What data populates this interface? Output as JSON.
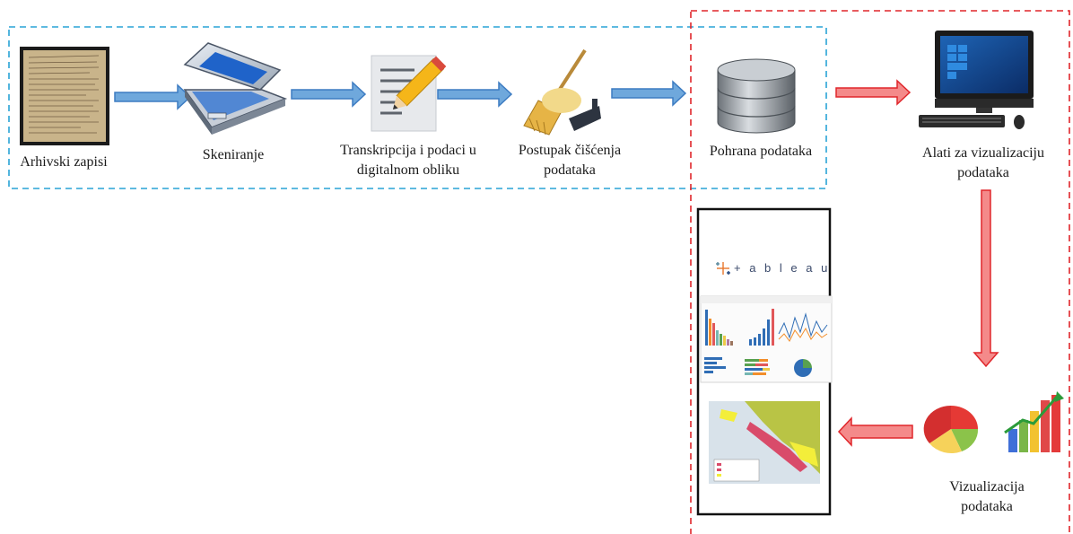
{
  "colors": {
    "blue_dashed": "#29a3d6",
    "red_dashed": "#e0262b",
    "blue_arrow": "#5b9bd5",
    "red_arrow": "#f16a6a"
  },
  "steps": [
    {
      "label": "Arhivski zapisi",
      "icon": "archive-document-icon"
    },
    {
      "label": "Skeniranje",
      "icon": "scanner-icon"
    },
    {
      "label": "Transkripcija i podaci u digitalnom obliku",
      "line1": "Transkripcija i podaci u",
      "line2": "digitalnom obliku",
      "icon": "document-pencil-icon"
    },
    {
      "label": "Postupak čišćenja podataka",
      "line1": "Postupak čišćenja",
      "line2": "podataka",
      "icon": "broom-icon"
    },
    {
      "label": "Pohrana podataka",
      "icon": "database-icon"
    },
    {
      "label": "Alati za vizualizaciju podataka",
      "line1": "Alati za vizualizaciju",
      "line2": "podataka",
      "icon": "computer-icon"
    },
    {
      "label": "Vizualizacija podataka",
      "line1": "Vizualizacija",
      "line2": "podataka",
      "icon": "charts-icon"
    }
  ],
  "tableau_logo": "+ a b l e a u"
}
